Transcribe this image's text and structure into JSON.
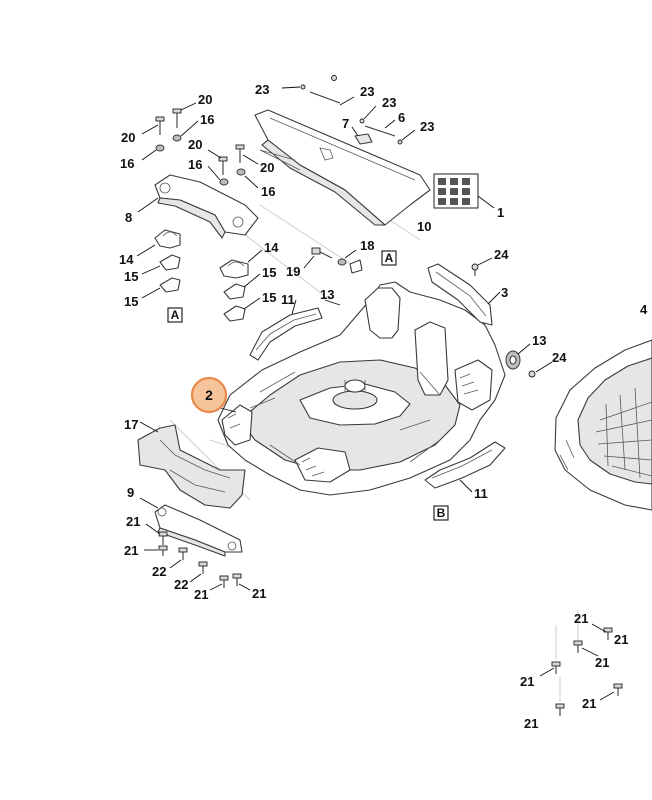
{
  "diagram": {
    "highlight": {
      "label": "2",
      "color": "#e8884a"
    },
    "labels": {
      "p1": "1",
      "p3": "3",
      "p4": "4",
      "p6": "6",
      "p7": "7",
      "p8": "8",
      "p9": "9",
      "p10": "10",
      "p11a": "11",
      "p11b": "11",
      "p13a": "13",
      "p13b": "13",
      "p14a": "14",
      "p14b": "14",
      "p15a": "15",
      "p15b": "15",
      "p15c": "15",
      "p15d": "15",
      "p16a": "16",
      "p16b": "16",
      "p16c": "16",
      "p16d": "16",
      "p17": "17",
      "p18": "18",
      "p19": "19",
      "p20a": "20",
      "p20b": "20",
      "p20c": "20",
      "p20d": "20",
      "p21a": "21",
      "p21b": "21",
      "p21c": "21",
      "p21d": "21",
      "p21e": "21",
      "p21f": "21",
      "p21g": "21",
      "p21h": "21",
      "p21i": "21",
      "p21j": "21",
      "p22a": "22",
      "p22b": "22",
      "p23a": "23",
      "p23b": "23",
      "p23c": "23",
      "p23d": "23",
      "p24a": "24",
      "p24b": "24"
    },
    "refs": {
      "refA1": "A",
      "refA2": "A",
      "refB": "B"
    }
  }
}
